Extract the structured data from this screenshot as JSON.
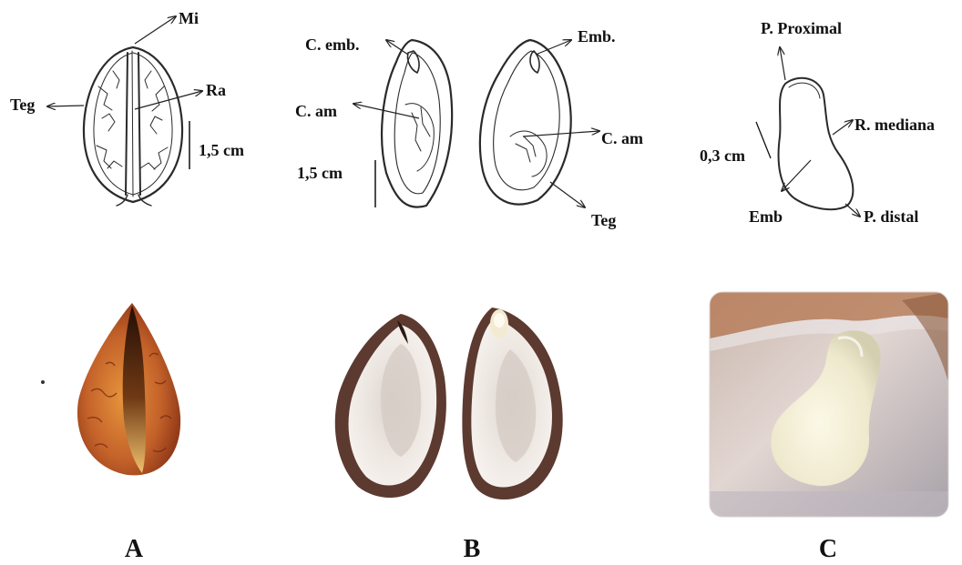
{
  "panels": {
    "a": {
      "letter": "A",
      "labels": {
        "mi": "Mi",
        "teg": "Teg",
        "ra": "Ra",
        "scale": "1,5 cm"
      }
    },
    "b": {
      "letter": "B",
      "labels": {
        "c_emb": "C. emb.",
        "emb": "Emb.",
        "c_am_left": "C. am",
        "c_am_right": "C. am",
        "scale": "1,5 cm",
        "teg": "Teg"
      }
    },
    "c": {
      "letter": "C",
      "labels": {
        "p_proximal": "P. Proximal",
        "r_mediana": "R. mediana",
        "scale": "0,3 cm",
        "emb": "Emb",
        "p_distal": "P. distal"
      }
    }
  },
  "colors": {
    "ink": "#2a2a2a",
    "seed_coat_orange": "#c56a2a",
    "seed_coat_dark": "#3a1c0c",
    "kernel_white": "#efe9e4",
    "testa_brown": "#6e4a3e",
    "embryo_cream": "#f0ecd2"
  }
}
